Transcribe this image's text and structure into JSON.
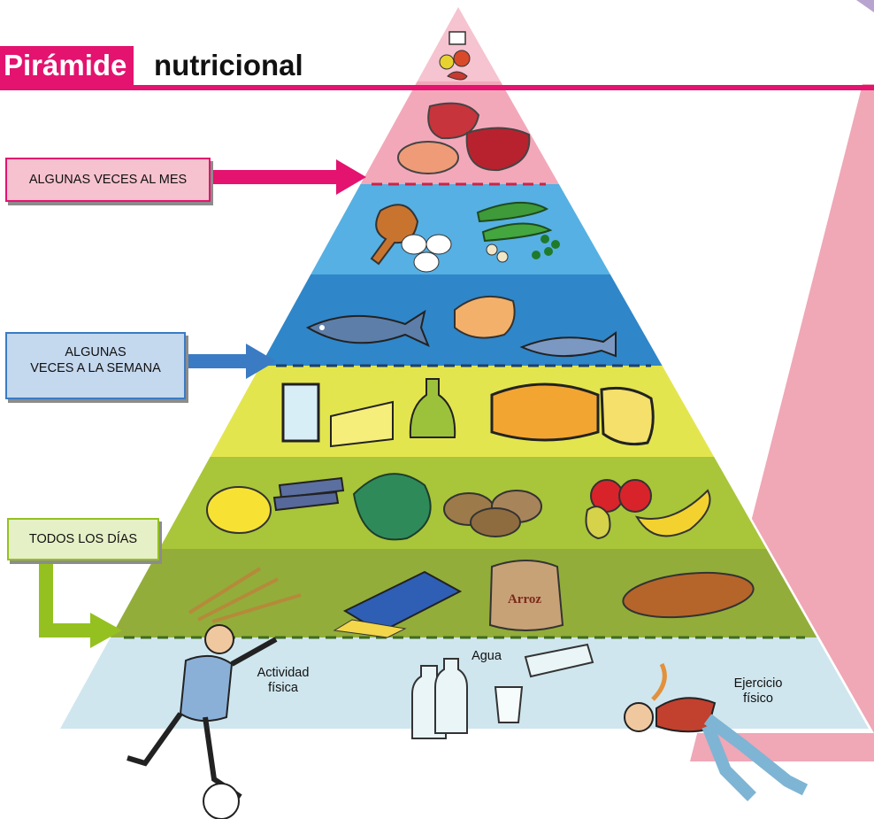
{
  "title": {
    "highlight": "Pirámide",
    "rest": "nutricional"
  },
  "labels": {
    "monthly": "ALGUNAS VECES AL MES",
    "weekly_line1": "ALGUNAS",
    "weekly_line2": "VECES A LA SEMANA",
    "daily": "TODOS LOS DÍAS"
  },
  "base": {
    "activity_line1": "Actividad",
    "activity_line2": "física",
    "water": "Agua",
    "exercise_line1": "Ejercicio",
    "exercise_line2": "físico",
    "rice_sack": "Arroz"
  },
  "colors": {
    "magenta": "#e3136f",
    "blue": "#3a7bc3",
    "green": "#94c11f",
    "tier_pink": "#f4a9bb",
    "tier_light_blue": "#4aa7dd",
    "tier_blue": "#2f86c9",
    "tier_yellow": "#e2e34c",
    "tier_light_green": "#a7c434",
    "tier_green": "#93ad3a",
    "tier_base": "#cde6ee",
    "side_pink": "#f0a7b6"
  }
}
